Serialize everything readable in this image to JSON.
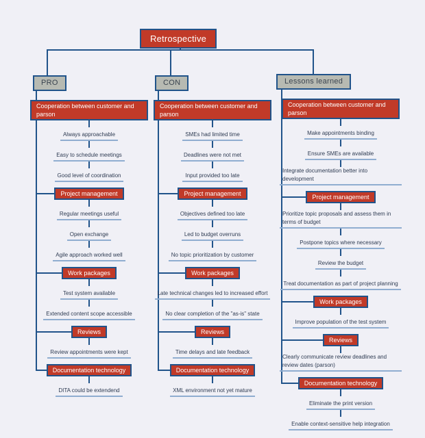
{
  "root": {
    "label": "Retrospective"
  },
  "colors": {
    "background": "#f0f0f6",
    "node_red": "#c13a28",
    "line_blue": "#20538a",
    "header_gray": "#b7bab2",
    "underline_blue": "#8fadd0",
    "item_text": "#2e3b52",
    "header_text": "#3a434f",
    "node_text": "#ffffff"
  },
  "columns": [
    {
      "label": "PRO",
      "categories": [
        {
          "label": "Cooperation between customer and parson",
          "items": [
            "Always approachable",
            "Easy to schedule meetings",
            "Good level of coordination"
          ]
        },
        {
          "label": "Project management",
          "items": [
            "Regular meetings useful",
            "Open exchange",
            "Agile approach worked well"
          ]
        },
        {
          "label": "Work packages",
          "items": [
            "Test system available",
            "Extended content scope accessible"
          ]
        },
        {
          "label": "Reviews",
          "items": [
            "Review appointments were kept"
          ]
        },
        {
          "label": "Documentation technology",
          "items": [
            "DITA could be extendend"
          ]
        }
      ]
    },
    {
      "label": "CON",
      "categories": [
        {
          "label": "Cooperation between customer and parson",
          "items": [
            "SMEs had limited time",
            "Deadlines were not met",
            "Input provided too late"
          ]
        },
        {
          "label": "Project management",
          "items": [
            "Objectives defined too late",
            "Led to budget overruns",
            "No topic prioritization by customer"
          ]
        },
        {
          "label": "Work packages",
          "items": [
            "Late technical changes led to increased effort",
            "No clear completion of the \"as-is\" state"
          ]
        },
        {
          "label": "Reviews",
          "items": [
            "Time delays and late feedback"
          ]
        },
        {
          "label": "Documentation technology",
          "items": [
            "XML environment not yet mature"
          ]
        }
      ]
    },
    {
      "label": "Lessons learned",
      "categories": [
        {
          "label": "Cooperation between customer and parson",
          "items": [
            "Make appointments binding",
            "Ensure SMEs are available",
            "Integrate documentation better into development"
          ]
        },
        {
          "label": "Project management",
          "items": [
            "Prioritize topic proposals and assess them in terms of budget",
            "Postpone topics where necessary",
            "Review the budget",
            "Treat documentation as part of project planning"
          ]
        },
        {
          "label": "Work packages",
          "items": [
            "Improve population of the test system"
          ]
        },
        {
          "label": "Reviews",
          "items": [
            "Clearly communicate review deadlines and review dates (parson)"
          ]
        },
        {
          "label": "Documentation technology",
          "items": [
            "Eliminate the print version",
            "Enable context-sensitive help integration"
          ]
        }
      ]
    }
  ]
}
